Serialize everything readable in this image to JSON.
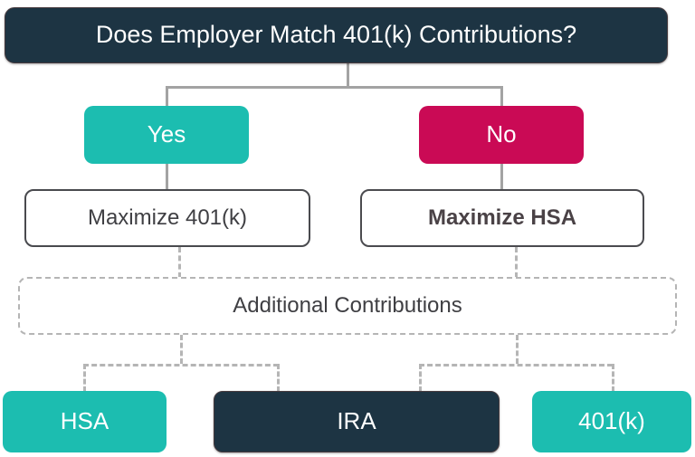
{
  "diagram": {
    "type": "decision-flowchart",
    "title_node": {
      "label": "Does Employer Match 401(k) Contributions?",
      "style": "dark",
      "fill": "#1d3443",
      "text_color": "#ffffff"
    },
    "decision_branches": [
      {
        "label": "Yes",
        "style": "teal",
        "fill": "#1cbdb0",
        "text_color": "#ffffff"
      },
      {
        "label": "No",
        "style": "crimson",
        "fill": "#ca0a55",
        "text_color": "#ffffff"
      }
    ],
    "action_nodes": [
      {
        "label": "Maximize 401(k)",
        "style": "outline-solid-white-fill",
        "fill": "#ffffff",
        "border_color": "#494a4e",
        "text_color": "#3f3f43"
      },
      {
        "label": "Maximize HSA",
        "style": "outline-solid-no-fill",
        "fill": "transparent",
        "border_color": "#4b4b4f",
        "text_color": "#4a4246"
      }
    ],
    "merge_node": {
      "label": "Additional Contributions",
      "style": "outline-dashed-white-fill",
      "fill": "#ffffff",
      "border_color": "#b5b5b5",
      "text_color": "#3f3f43"
    },
    "outcome_nodes": [
      {
        "label": "HSA",
        "style": "teal",
        "fill": "#1cbdb0",
        "text_color": "#ffffff"
      },
      {
        "label": "IRA",
        "style": "dark",
        "fill": "#1d3443",
        "text_color": "#ffffff"
      },
      {
        "label": "401(k)",
        "style": "teal",
        "fill": "#1cbdb0",
        "text_color": "#ffffff"
      }
    ],
    "connectors": {
      "solid_color": "#a3a3a3",
      "dashed_color": "#b5b5b5",
      "solid_count": 4,
      "dashed_count": 10
    },
    "background": "#ffffff"
  }
}
